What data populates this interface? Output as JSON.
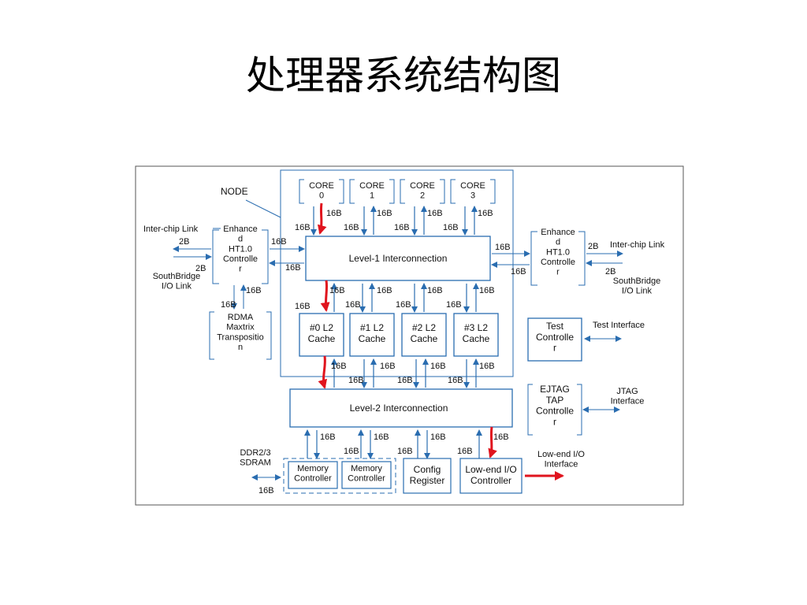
{
  "slide": {
    "title": "处理器系统结构图"
  },
  "diagram": {
    "node_label": "NODE",
    "cores": [
      "CORE\n0",
      "CORE\n1",
      "CORE\n2",
      "CORE\n3"
    ],
    "l1": "Level-1 Interconnection",
    "l2_caches": [
      "#0 L2\nCache",
      "#1 L2\nCache",
      "#2 L2\nCache",
      "#3 L2\nCache"
    ],
    "l2": "Level-2 Interconnection",
    "ht_left": "Enhance\nd\nHT1.0\nControlle\nr",
    "ht_right": "Enhance\nd\nHT1.0\nControlle\nr",
    "rdma": "RDMA\nMaxtrix\nTranspositio\nn",
    "test_ctrl": "Test\nControlle\nr",
    "ejtag": "EJTAG\nTAP\nControlle\nr",
    "memory_ctrls": [
      "Memory\nController",
      "Memory\nController"
    ],
    "config": "Config\nRegister",
    "lowend": "Low-end I/O\nController",
    "ext": {
      "interchip_left": "Inter-chip Link",
      "southbridge_left": "SouthBridge\nI/O Link",
      "interchip_right": "Inter-chip Link",
      "southbridge_right": "SouthBridge\nI/O Link",
      "test_if": "Test Interface",
      "jtag_if": "JTAG\nInterface",
      "ddr": "DDR2/3\nSDRAM",
      "lowend_if": "Low-end I/O\nInterface"
    },
    "widths": {
      "w16": "16B",
      "w2": "2B"
    },
    "colors": {
      "line": "#2a6db0",
      "box": "#2a6db0",
      "highlight": "#e0141e"
    }
  }
}
